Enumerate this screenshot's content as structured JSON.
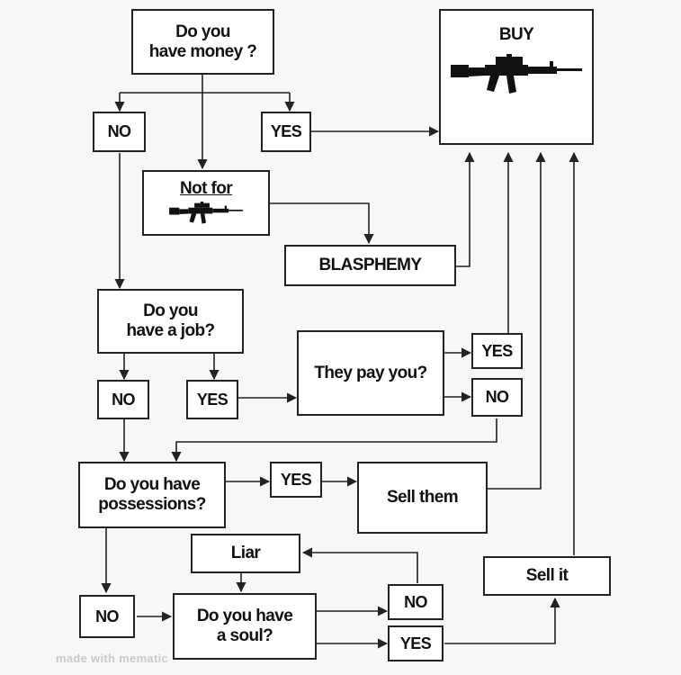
{
  "nodes": {
    "q_money": [
      "Do you",
      "have money ?"
    ],
    "buy": "BUY",
    "no_money": "NO",
    "yes_money": "YES",
    "not_for": "Not for",
    "blasphemy": "BLASPHEMY",
    "q_job": [
      "Do you",
      "have a job?"
    ],
    "no_job": "NO",
    "yes_job": "YES",
    "q_pay": "They pay you?",
    "yes_pay": "YES",
    "no_pay": "NO",
    "q_possessions": [
      "Do you have",
      "possessions?"
    ],
    "yes_possessions": "YES",
    "sell_them": "Sell them",
    "liar": "Liar",
    "no_possessions": "NO",
    "q_soul": [
      "Do you have",
      "a soul?"
    ],
    "no_soul": "NO",
    "yes_soul": "YES",
    "sell_it": "Sell it"
  },
  "icons": [
    "rifle-icon",
    "rifle-icon"
  ],
  "watermark": "made with mematic",
  "colors": {
    "line": "#222222",
    "background": "#f7f7f7",
    "box": "#ffffff"
  }
}
